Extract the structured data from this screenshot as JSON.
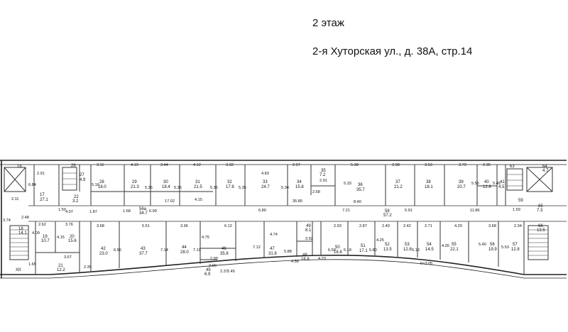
{
  "header": {
    "floor_title": "2 этаж",
    "address": "2-я Хуторская ул., д. 38А, стр.14"
  },
  "plan": {
    "rooms": [
      {
        "id": "16",
        "label": "16",
        "area": ""
      },
      {
        "id": "17",
        "label": "17",
        "area": "27.1"
      },
      {
        "id": "18",
        "label": "18",
        "area": "14.1"
      },
      {
        "id": "19",
        "label": "19",
        "area": "10.7"
      },
      {
        "id": "20",
        "label": "20",
        "area": "15.6"
      },
      {
        "id": "21",
        "label": "21",
        "area": "12.2"
      },
      {
        "id": "22",
        "label": "22",
        "area": "3.2"
      },
      {
        "id": "26",
        "label": "26",
        "area": ""
      },
      {
        "id": "27",
        "label": "27",
        "area": "4.9"
      },
      {
        "id": "28",
        "label": "28",
        "area": "18.0"
      },
      {
        "id": "29",
        "label": "29",
        "area": "21.3"
      },
      {
        "id": "30",
        "label": "30",
        "area": "18.4"
      },
      {
        "id": "31",
        "label": "31",
        "area": "21.5"
      },
      {
        "id": "32",
        "label": "32",
        "area": "17.8"
      },
      {
        "id": "33",
        "label": "33",
        "area": "24.7"
      },
      {
        "id": "34",
        "label": "34",
        "area": "15.8"
      },
      {
        "id": "35",
        "label": "35",
        "area": "7.2"
      },
      {
        "id": "36",
        "label": "36",
        "area": "35.7"
      },
      {
        "id": "37",
        "label": "37",
        "area": "21.2"
      },
      {
        "id": "38",
        "label": "38",
        "area": "18.1"
      },
      {
        "id": "39",
        "label": "39",
        "area": "20.7"
      },
      {
        "id": "40",
        "label": "40",
        "area": "12.8"
      },
      {
        "id": "41",
        "label": "41",
        "area": "4.5"
      },
      {
        "id": "42",
        "label": "42",
        "area": "23.0"
      },
      {
        "id": "43",
        "label": "43",
        "area": "37.7"
      },
      {
        "id": "44",
        "label": "44",
        "area": "28.0"
      },
      {
        "id": "45",
        "label": "45",
        "area": "6.9"
      },
      {
        "id": "46",
        "label": "46",
        "area": "35.8"
      },
      {
        "id": "47",
        "label": "47",
        "area": "31.8"
      },
      {
        "id": "48",
        "label": "48",
        "area": "16.8"
      },
      {
        "id": "49",
        "label": "49",
        "area": "8.1"
      },
      {
        "id": "50",
        "label": "50",
        "area": "18.8"
      },
      {
        "id": "51",
        "label": "51",
        "area": "17.1"
      },
      {
        "id": "52",
        "label": "52",
        "area": "13.5"
      },
      {
        "id": "53",
        "label": "53",
        "area": "12.8"
      },
      {
        "id": "54",
        "label": "54",
        "area": "14.5"
      },
      {
        "id": "55",
        "label": "55",
        "area": "22.1"
      },
      {
        "id": "56",
        "label": "56",
        "area": "19.9"
      },
      {
        "id": "57",
        "label": "57",
        "area": "12.8"
      },
      {
        "id": "58",
        "label": "58",
        "area": "57.2"
      },
      {
        "id": "59",
        "label": "59",
        "area": ""
      },
      {
        "id": "63",
        "label": "63",
        "area": ""
      },
      {
        "id": "64",
        "label": "64",
        "area": "4.7"
      },
      {
        "id": "65",
        "label": "65",
        "area": "7.3"
      },
      {
        "id": "66",
        "label": "66",
        "area": "13.5"
      },
      {
        "id": "56a",
        "label": "56a",
        "area": "34.7"
      }
    ],
    "dimensions": [
      "2.91",
      "6.84",
      "2.11",
      "2.48",
      "3.74",
      "1.65",
      "2.62",
      "4.09",
      "4.15",
      "3.76",
      "4.07",
      "3.67",
      "1.87",
      "1.50",
      "3.11",
      "4.19",
      "3.44",
      "4.12",
      "3.32",
      "4.83",
      "2.97",
      "5.38",
      "3.98",
      "3.53",
      "3.79",
      "2.35",
      "5.16",
      "5.36",
      "5.36",
      "5.35",
      "5.35",
      "5.34",
      "5.33",
      "5.55",
      "5.46",
      "2.91",
      "2.68",
      "8.40",
      "17.02",
      "35.85",
      "6.99",
      "1.68",
      "4.15",
      "6.80",
      "7.21",
      "5.91",
      "11.86",
      "1.59",
      "3.68",
      "5.51",
      "3.96",
      "6.12",
      "4.74",
      "3.92",
      "2.93",
      "2.87",
      "2.40",
      "2.42",
      "2.71",
      "4.20",
      "3.68",
      "2.34",
      "6.56",
      "7.14",
      "7.19",
      "4.75",
      "7.12",
      "5.88",
      "4.58",
      "4.23",
      "6.50",
      "5.18",
      "5.80",
      "4.25",
      "5.13",
      "4.26",
      "5.40",
      "5.53",
      "2.99",
      "2.90",
      "2.37",
      "2.45",
      "2.35",
      "h=3.05"
    ],
    "stair_label": "XII"
  }
}
